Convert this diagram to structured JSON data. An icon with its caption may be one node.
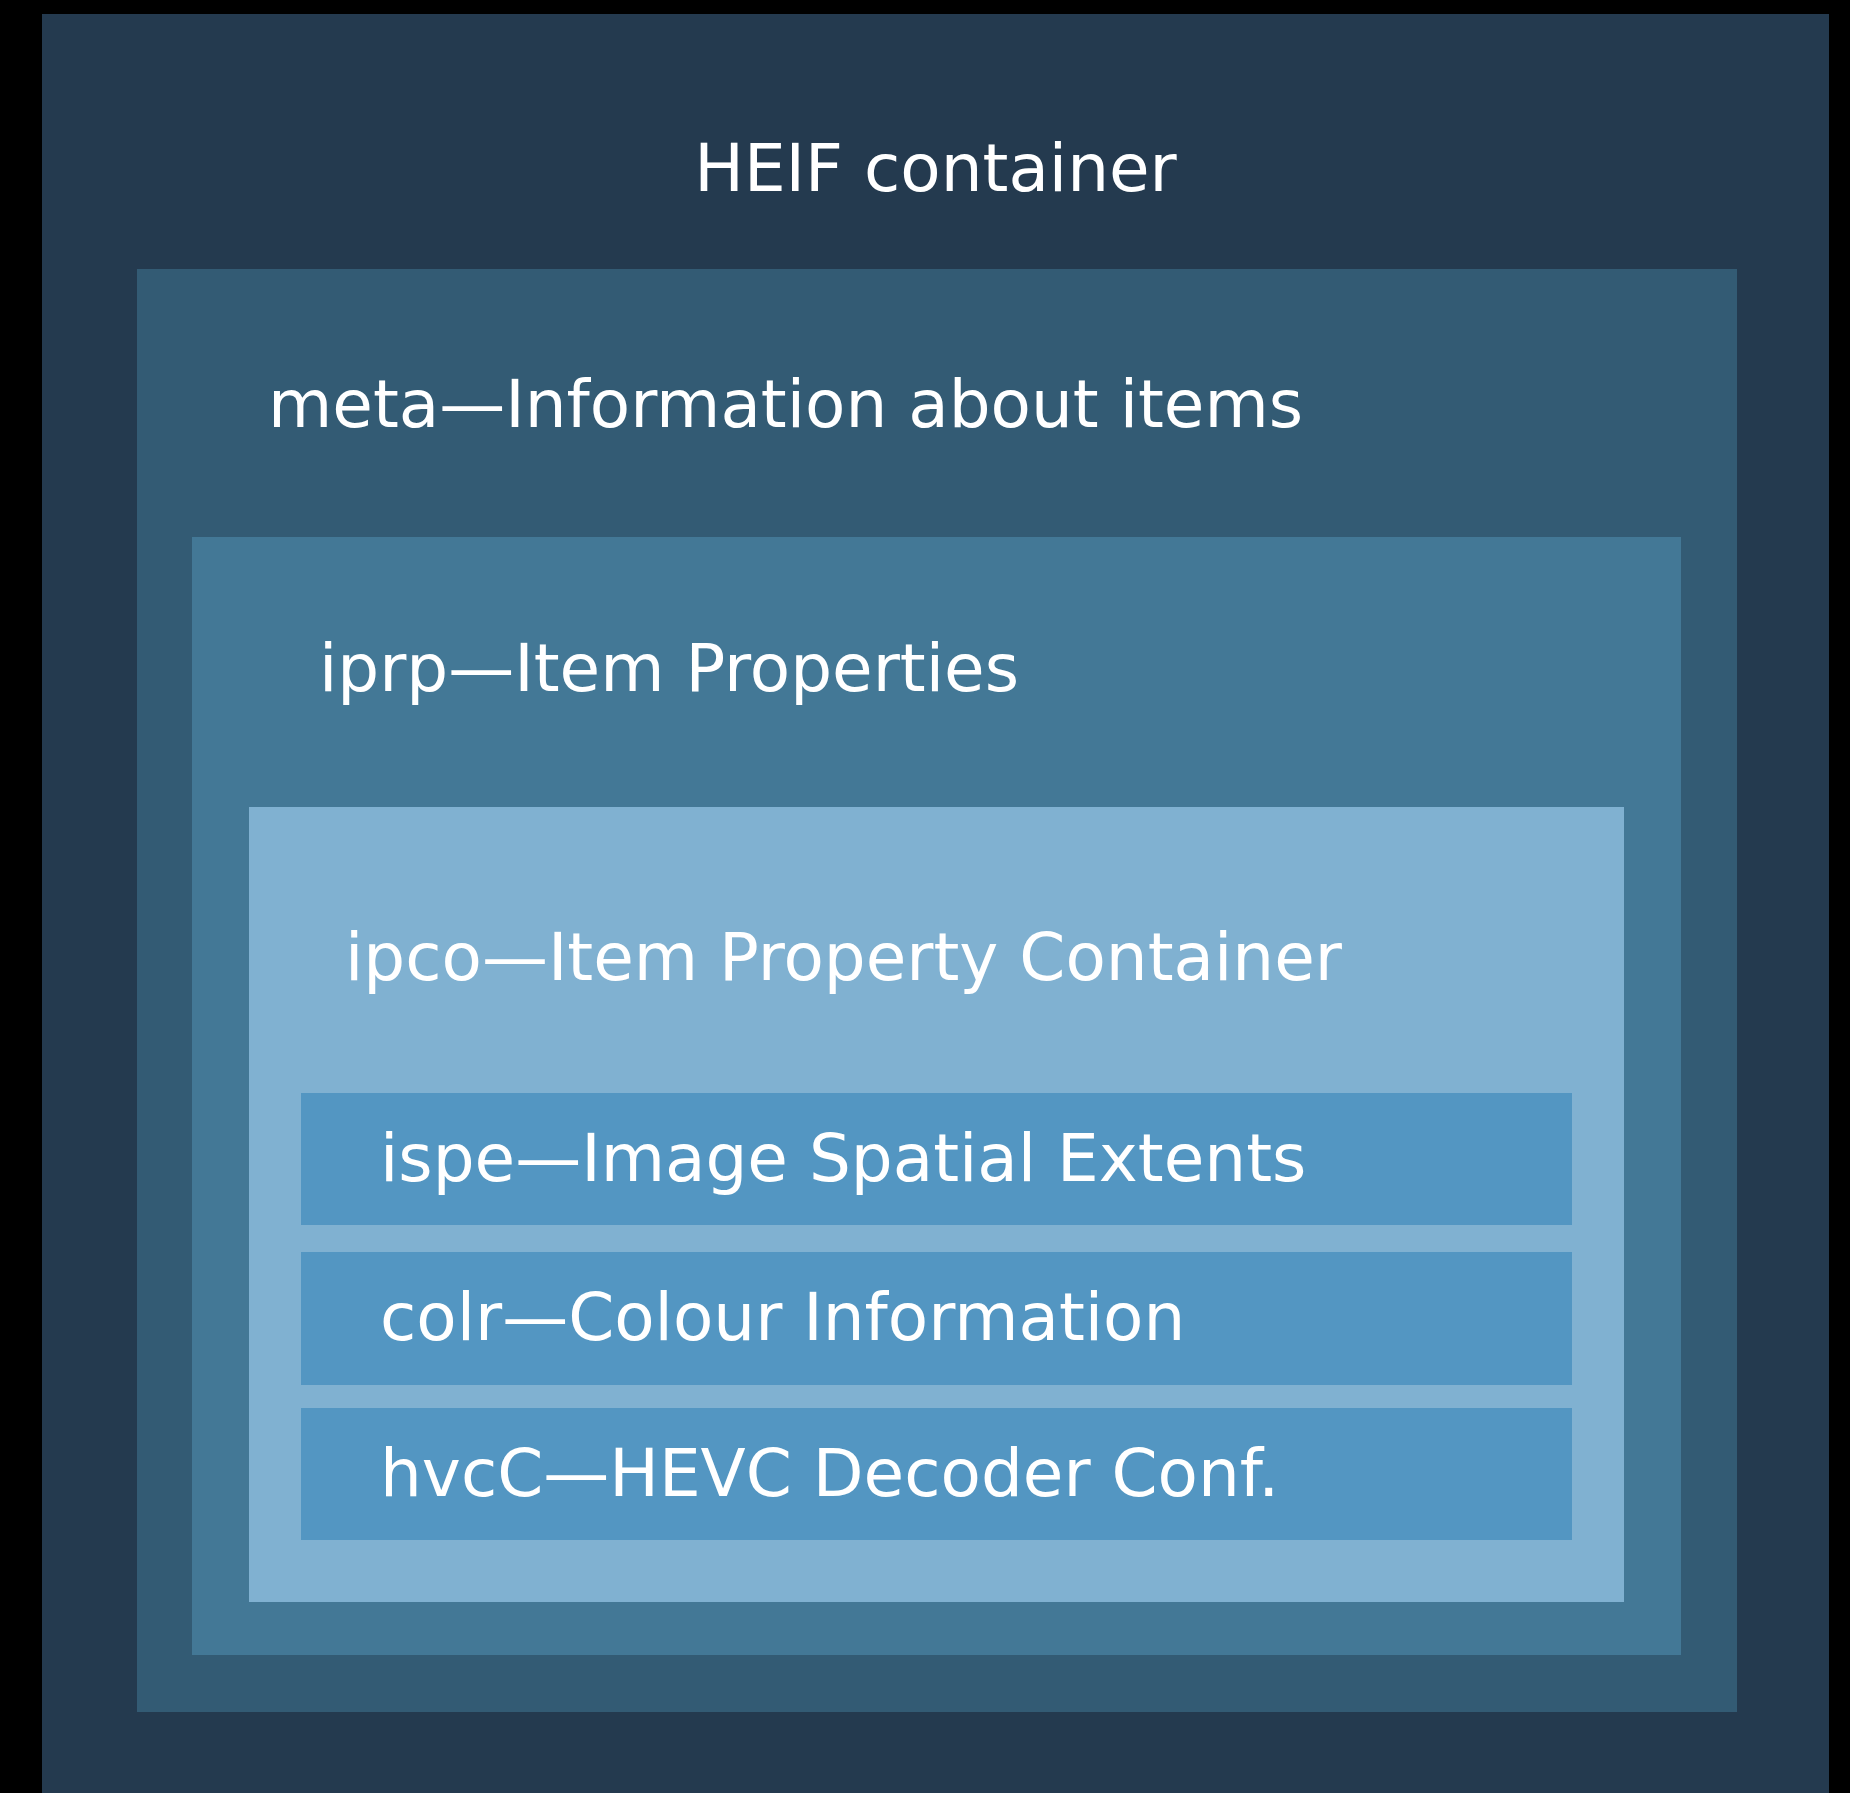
{
  "diagram": {
    "nodes": [
      {
        "text": [
          "HEIF container"
        ]
      },
      {
        "text": [
          "meta—Information about items"
        ],
        "in": 0
      },
      {
        "text": [
          "iprp—Item Properties"
        ],
        "in": 1
      },
      {
        "text": [
          "ipco—Item Property Container"
        ],
        "in": 2
      },
      {
        "text": [
          "ispe—Image Spatial Extents"
        ],
        "in": 3
      },
      {
        "text": [
          "colr—Colour Information"
        ],
        "in": 3
      },
      {
        "text": [
          "hvcC—HEVC Decoder Conf."
        ],
        "in": 3
      }
    ]
  }
}
